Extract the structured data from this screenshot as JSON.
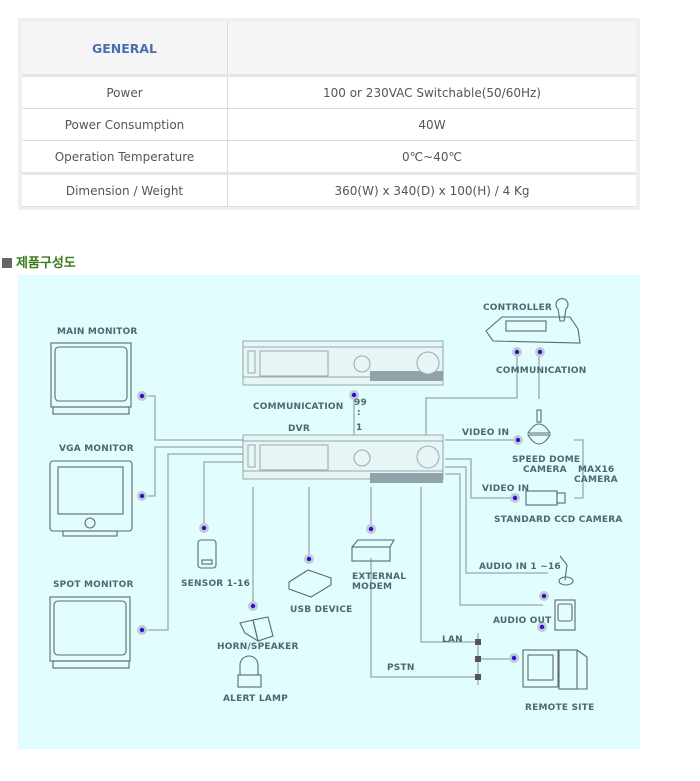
{
  "spec_table": {
    "header": "GENERAL",
    "rows": [
      {
        "label": "Power",
        "value": "100 or 230VAC Switchable(50/60Hz)"
      },
      {
        "label": "Power Consumption",
        "value": "40W"
      },
      {
        "label": "Operation Temperature",
        "value": "0℃~40℃"
      },
      {
        "label": "Dimension / Weight",
        "value": "360(W) x 340(D) x 100(H) / 4 Kg"
      }
    ]
  },
  "section": {
    "title": "제품구성도"
  },
  "diagram": {
    "background": "#e1fdfd",
    "connector_color": "#2a10e0",
    "labels": {
      "main_monitor": "MAIN MONITOR",
      "vga_monitor": "VGA MONITOR",
      "spot_monitor": "SPOT MONITOR",
      "communication_dvr": "COMMUNICATION",
      "dvr": "DVR",
      "dvr_count_top": "99",
      "dvr_count_dots": ":",
      "dvr_count_bottom": "1",
      "controller": "CONTROLLER",
      "communication_ctrl": "COMMUNICATION",
      "video_in_1": "VIDEO IN",
      "speed_dome_1": "SPEED DOME",
      "speed_dome_2": "CAMERA",
      "max16_1": "MAX16",
      "max16_2": "CAMERA",
      "video_in_2": "VIDEO IN",
      "standard_ccd": "STANDARD CCD CAMERA",
      "sensor": "SENSOR 1-16",
      "usb_device": "USB DEVICE",
      "external_modem_1": "EXTERNAL",
      "external_modem_2": "MODEM",
      "horn_speaker": "HORN/SPEAKER",
      "alert_lamp": "ALERT LAMP",
      "audio_in": "AUDIO IN 1 ~16",
      "audio_out": "AUDIO OUT",
      "lan": "LAN",
      "pstn": "PSTN",
      "remote_site": "REMOTE SITE"
    }
  }
}
